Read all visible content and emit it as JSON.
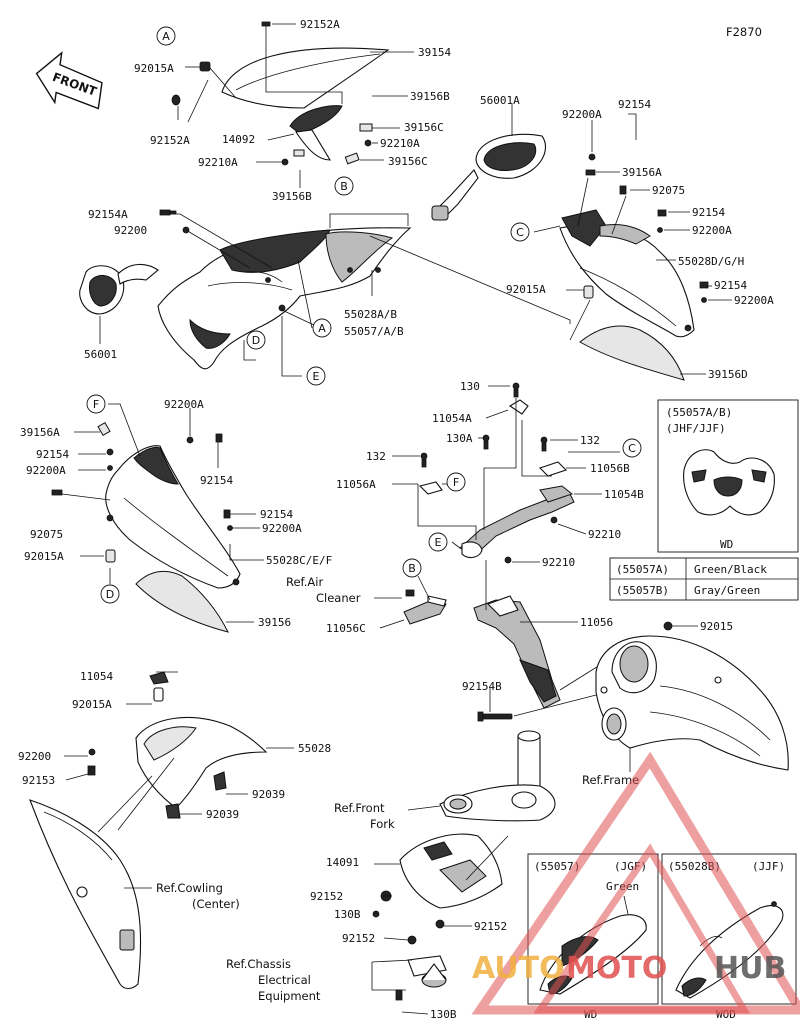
{
  "figure_id": "F2870",
  "front_label": "FRONT",
  "watermark": {
    "auto": "AUTO",
    "moto": "MOTO",
    "hub": "HUB",
    "auto_color": "#f0b040",
    "moto_color": "#e05050",
    "hub_color": "#555555"
  },
  "callouts": {
    "a": "A",
    "b": "B",
    "c": "C",
    "d": "D",
    "e": "E",
    "f": "F"
  },
  "parts": {
    "p92152A_top": "92152A",
    "p39154": "39154",
    "p92015A_1": "92015A",
    "p92152A_left": "92152A",
    "p39156B_1": "39156B",
    "p56001A": "56001A",
    "p39156C_1": "39156C",
    "p14092": "14092",
    "p92210A_1": "92210A",
    "p92210A_2": "92210A",
    "p39156C_2": "39156C",
    "p39156B_2": "39156B",
    "p92200A_1": "92200A",
    "p92154_1": "92154",
    "p39156A_1": "39156A",
    "p92075_1": "92075",
    "p92154A": "92154A",
    "p92200": "92200",
    "p92154_2": "92154",
    "p92200A_2": "92200A",
    "p55028DGH": "55028D/G/H",
    "p92015A_2": "92015A",
    "p92154_3": "92154",
    "p92200A_3": "92200A",
    "p55028AB": "55028A/B",
    "p55057AB": "55057/A/B",
    "p56001": "56001",
    "p39156D": "39156D",
    "p130_1": "130",
    "p11054A": "11054A",
    "p130A": "130A",
    "p132_1": "132",
    "p132_2": "132",
    "p11056B": "11056B",
    "p11056A": "11056A",
    "p11054B": "11054B",
    "p92210_1": "92210",
    "p92210_2": "92210",
    "p39156A_2": "39156A",
    "p92200A_4": "92200A",
    "p92154_4": "92154",
    "p92200A_5": "92200A",
    "p92154_5": "92154",
    "p92075_2": "92075",
    "p92015A_3": "92015A",
    "p92154_6": "92154",
    "p92200A_6": "92200A",
    "p55028CEF": "55028C/E/F",
    "p39156_1": "39156",
    "ref_air_1": "Ref.Air",
    "ref_air_2": "Cleaner",
    "p11056C": "11056C",
    "p11056": "11056",
    "p92015": "92015",
    "p92154B": "92154B",
    "ref_frame": "Ref.Frame",
    "p11054": "11054",
    "p92015A_4": "92015A",
    "p92200_2": "92200",
    "p55028": "55028",
    "p92153": "92153",
    "p92039_1": "92039",
    "p92039_2": "92039",
    "ref_fork_1": "Ref.Front",
    "ref_fork_2": "Fork",
    "p14091": "14091",
    "ref_cowl_1": "Ref.Cowling",
    "ref_cowl_2": "(Center)",
    "p92152_1": "92152",
    "p130B_1": "130B",
    "p92152_2": "92152",
    "p92152_3": "92152",
    "ref_chassis_1": "Ref.Chassis",
    "ref_chassis_2": "Electrical",
    "ref_chassis_3": "Equipment",
    "p130B_2": "130B"
  },
  "inset_top": {
    "title_1": "(55057A/B)",
    "title_2": "(JHF/JJF)",
    "caption": "WD"
  },
  "color_table": [
    {
      "code": "(55057A)",
      "color": "Green/Black"
    },
    {
      "code": "(55057B)",
      "color": "Gray/Green"
    }
  ],
  "inset_left": {
    "title_1": "(55057)",
    "title_2": "(JGF)",
    "color": "Green",
    "caption": "WD"
  },
  "inset_right": {
    "title_1": "(55028B)",
    "title_2": "(JJF)",
    "caption": "WOD"
  }
}
